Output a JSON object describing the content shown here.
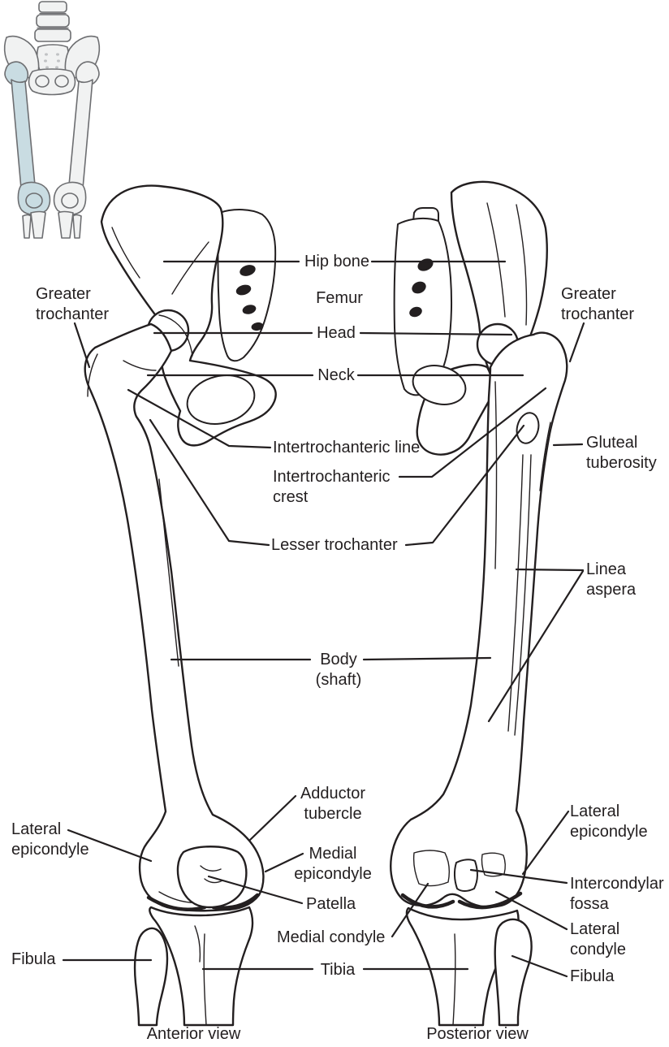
{
  "figure": {
    "caption_anterior": "Anterior view",
    "caption_posterior": "Posterior view"
  },
  "labels": {
    "hip_bone": "Hip bone",
    "femur": "Femur",
    "head": "Head",
    "neck": "Neck",
    "greater_trochanter_left": "Greater trochanter",
    "greater_trochanter_right": "Greater trochanter",
    "intertrochanteric_line": "Intertrochanteric line",
    "intertrochanteric_crest": "Intertrochanteric crest",
    "gluteal_tuberosity": "Gluteal tuberosity",
    "lesser_trochanter": "Lesser trochanter",
    "linea_aspera": "Linea aspera",
    "body_shaft_line1": "Body",
    "body_shaft_line2": "(shaft)",
    "adductor_tubercle": "Adductor tubercle",
    "medial_epicondyle": "Medial epicondyle",
    "patella": "Patella",
    "medial_condyle": "Medial condyle",
    "tibia": "Tibia",
    "lateral_epicondyle_left": "Lateral epicondyle",
    "lateral_epicondyle_right": "Lateral epicondyle",
    "intercondylar_fossa": "Intercondylar fossa",
    "lateral_condyle": "Lateral condyle",
    "fibula_left": "Fibula",
    "fibula_right": "Fibula"
  },
  "colors": {
    "line_art": "#231f20",
    "inset_outline": "#6d6e71",
    "inset_bone_fill": "#f1f2f2",
    "inset_highlight_fill": "#c9dce2",
    "background": "#ffffff"
  }
}
